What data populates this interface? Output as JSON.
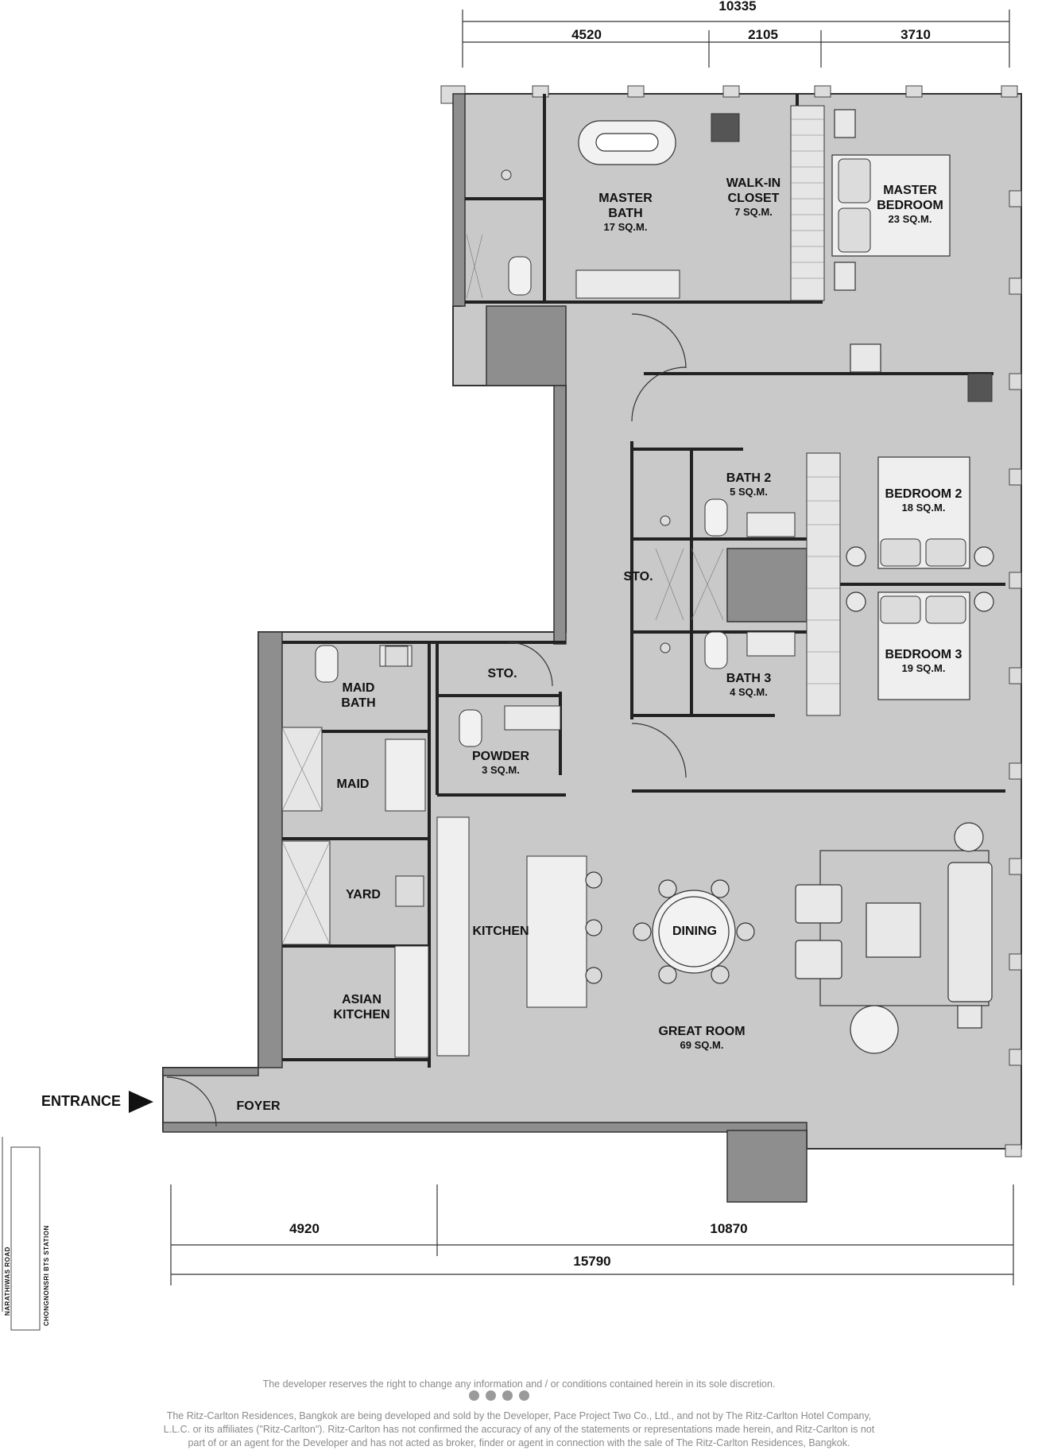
{
  "dimensions": {
    "top_total": "10335",
    "top_segments": [
      "4520",
      "2105",
      "3710"
    ],
    "bottom_segments": [
      "4920",
      "10870"
    ],
    "bottom_total": "15790"
  },
  "rooms": {
    "master_bath": {
      "name_line1": "MASTER",
      "name_line2": "BATH",
      "area": "17 SQ.M."
    },
    "walk_in_closet": {
      "name_line1": "WALK-IN",
      "name_line2": "CLOSET",
      "area": "7 SQ.M."
    },
    "master_bedroom": {
      "name_line1": "MASTER",
      "name_line2": "BEDROOM",
      "area": "23 SQ.M."
    },
    "bath2": {
      "name": "BATH 2",
      "area": "5 SQ.M."
    },
    "bedroom2": {
      "name": "BEDROOM 2",
      "area": "18 SQ.M."
    },
    "sto_right": {
      "name": "STO."
    },
    "bedroom3": {
      "name": "BEDROOM 3",
      "area": "19 SQ.M."
    },
    "bath3": {
      "name": "BATH 3",
      "area": "4 SQ.M."
    },
    "sto_left": {
      "name": "STO."
    },
    "maid_bath": {
      "name_line1": "MAID",
      "name_line2": "BATH"
    },
    "maid": {
      "name": "MAID"
    },
    "powder": {
      "name": "POWDER",
      "area": "3 SQ.M."
    },
    "yard": {
      "name": "YARD"
    },
    "kitchen": {
      "name": "KITCHEN"
    },
    "dining": {
      "name": "DINING"
    },
    "asian_kitchen": {
      "name_line1": "ASIAN",
      "name_line2": "KITCHEN"
    },
    "great_room": {
      "name": "GREAT ROOM",
      "area": "69 SQ.M."
    },
    "foyer": {
      "name": "FOYER"
    }
  },
  "entrance": {
    "label": "ENTRANCE"
  },
  "roads": {
    "road1": "NARATHIWAS ROAD",
    "road2": "CHONGNONSRI BTS STATION"
  },
  "disclaimer": {
    "line1": "The developer reserves the right to change any information and / or conditions contained herein in its sole discretion.",
    "line2": "The Ritz-Carlton Residences, Bangkok are being developed and sold by the Developer, Pace Project Two Co., Ltd., and not by The Ritz-Carlton Hotel Company,",
    "line3": "L.L.C. or its affiliates (\"Ritz-Carlton\"). Ritz-Carlton has not confirmed the accuracy of any of the statements or representations made herein, and Ritz-Carlton is not",
    "line4": "part of or an agent for the Developer and has not acted as broker, finder or agent in connection with the sale of The Ritz-Carlton Residences, Bangkok."
  },
  "colors": {
    "floor": "#c9c9c9",
    "wall": "#8e8e8e",
    "wall_dark": "#5a5a5a",
    "line": "#222222"
  }
}
